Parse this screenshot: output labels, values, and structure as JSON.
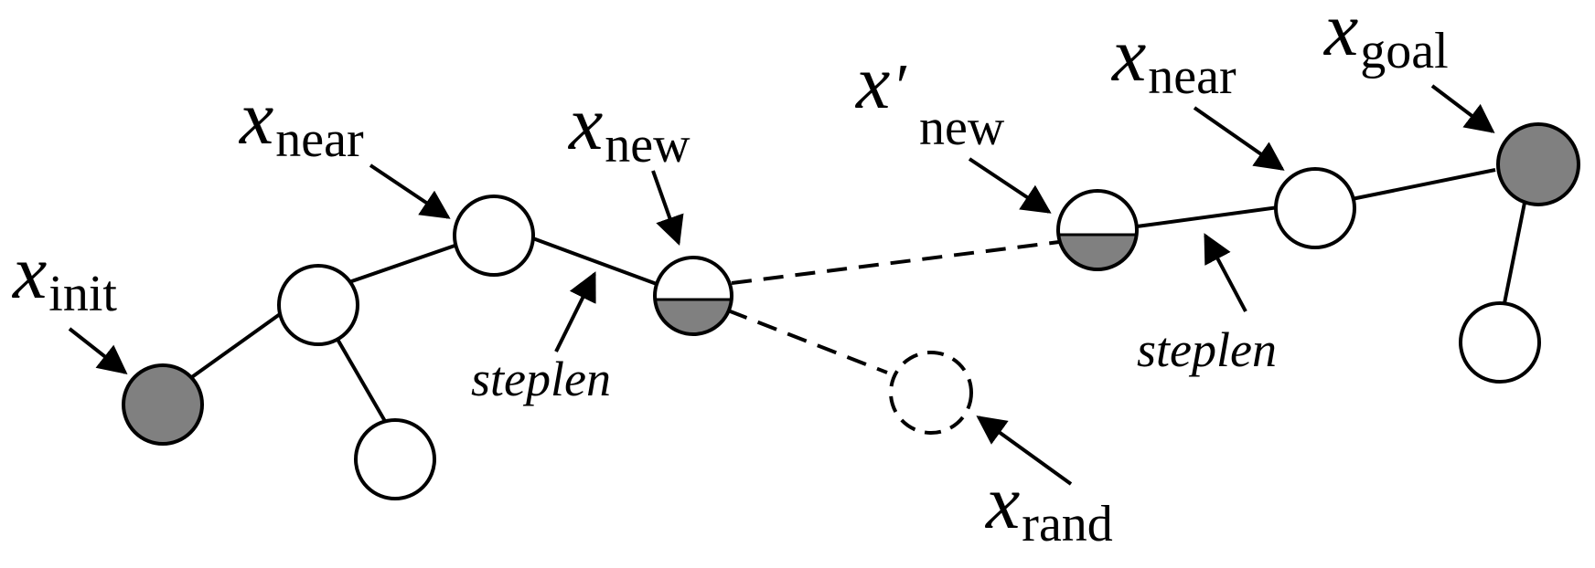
{
  "diagram": {
    "colors": {
      "line": "#000000",
      "node_fill": "#ffffff",
      "highlight_fill": "#808080",
      "background": "#ffffff"
    },
    "labels": {
      "x_init": {
        "main": "x",
        "sub": "init"
      },
      "x_near_left": {
        "main": "x",
        "sub": "near"
      },
      "x_new": {
        "main": "x",
        "sub": "new"
      },
      "x_new_prime": {
        "main": "x",
        "prime": "′",
        "sub": "new"
      },
      "x_near_right": {
        "main": "x",
        "sub": "near"
      },
      "x_goal": {
        "main": "x",
        "sub": "goal"
      },
      "x_rand": {
        "main": "x",
        "sub": "rand"
      },
      "steplen_left": "steplen",
      "steplen_right": "steplen"
    }
  }
}
